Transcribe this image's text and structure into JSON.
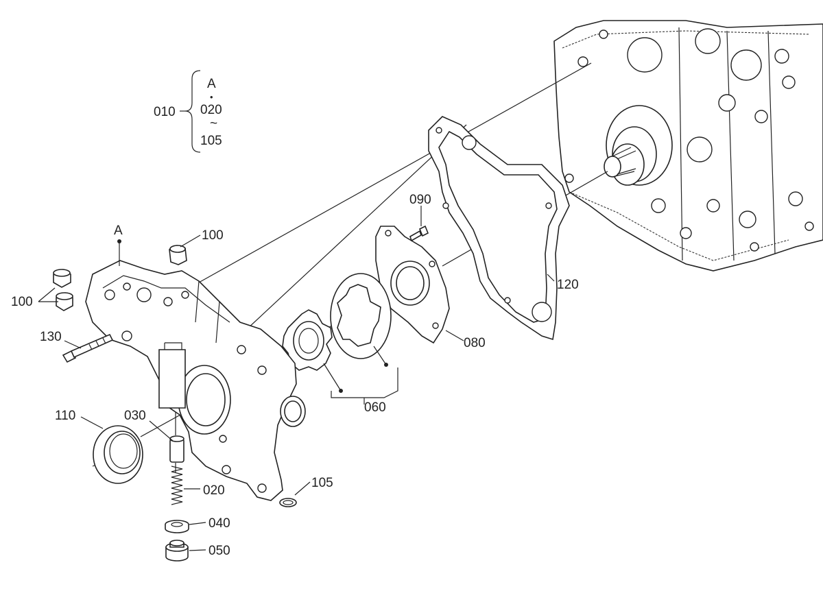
{
  "group_note": {
    "ref": "010",
    "lines": [
      "A",
      "•",
      "020",
      "~",
      "105"
    ]
  },
  "callouts": {
    "a_marker": "A",
    "p090": "090",
    "p100_top": "100",
    "p100_left": "100",
    "p120": "120",
    "p130": "130",
    "p080": "080",
    "p060": "060",
    "p110": "110",
    "p030": "030",
    "p020": "020",
    "p105": "105",
    "p040": "040",
    "p050": "050"
  }
}
